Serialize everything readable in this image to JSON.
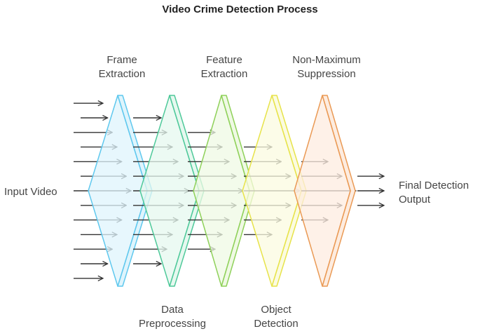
{
  "title": "Video Crime Detection Process",
  "input_label": "Input Video",
  "output_label": "Final Detection Output",
  "output_lines": [
    "Final Detection",
    "Output"
  ],
  "stages": [
    {
      "name": "Frame Extraction",
      "lines": [
        "Frame",
        "Extraction"
      ],
      "position": "top",
      "fill": "#dff4fc",
      "stroke": "#5fc8ee"
    },
    {
      "name": "Data Preprocessing",
      "lines": [
        "Data",
        "Preprocessing"
      ],
      "position": "bottom",
      "fill": "#e6f8ef",
      "stroke": "#4fc99a"
    },
    {
      "name": "Feature Extraction",
      "lines": [
        "Feature",
        "Extraction"
      ],
      "position": "top",
      "fill": "#eff9e4",
      "stroke": "#8fd15a"
    },
    {
      "name": "Object Detection",
      "lines": [
        "Object",
        "Detection"
      ],
      "position": "bottom",
      "fill": "#fbfbe0",
      "stroke": "#e7e34a"
    },
    {
      "name": "Non-Maximum Suppression",
      "lines": [
        "Non-Maximum",
        "Suppression"
      ],
      "position": "top",
      "fill": "#fdece0",
      "stroke": "#ea9a55"
    }
  ],
  "arrow_counts": [
    13,
    11,
    9,
    7,
    5,
    3
  ],
  "colors": {
    "arrow": "#333333",
    "text": "#454545"
  }
}
